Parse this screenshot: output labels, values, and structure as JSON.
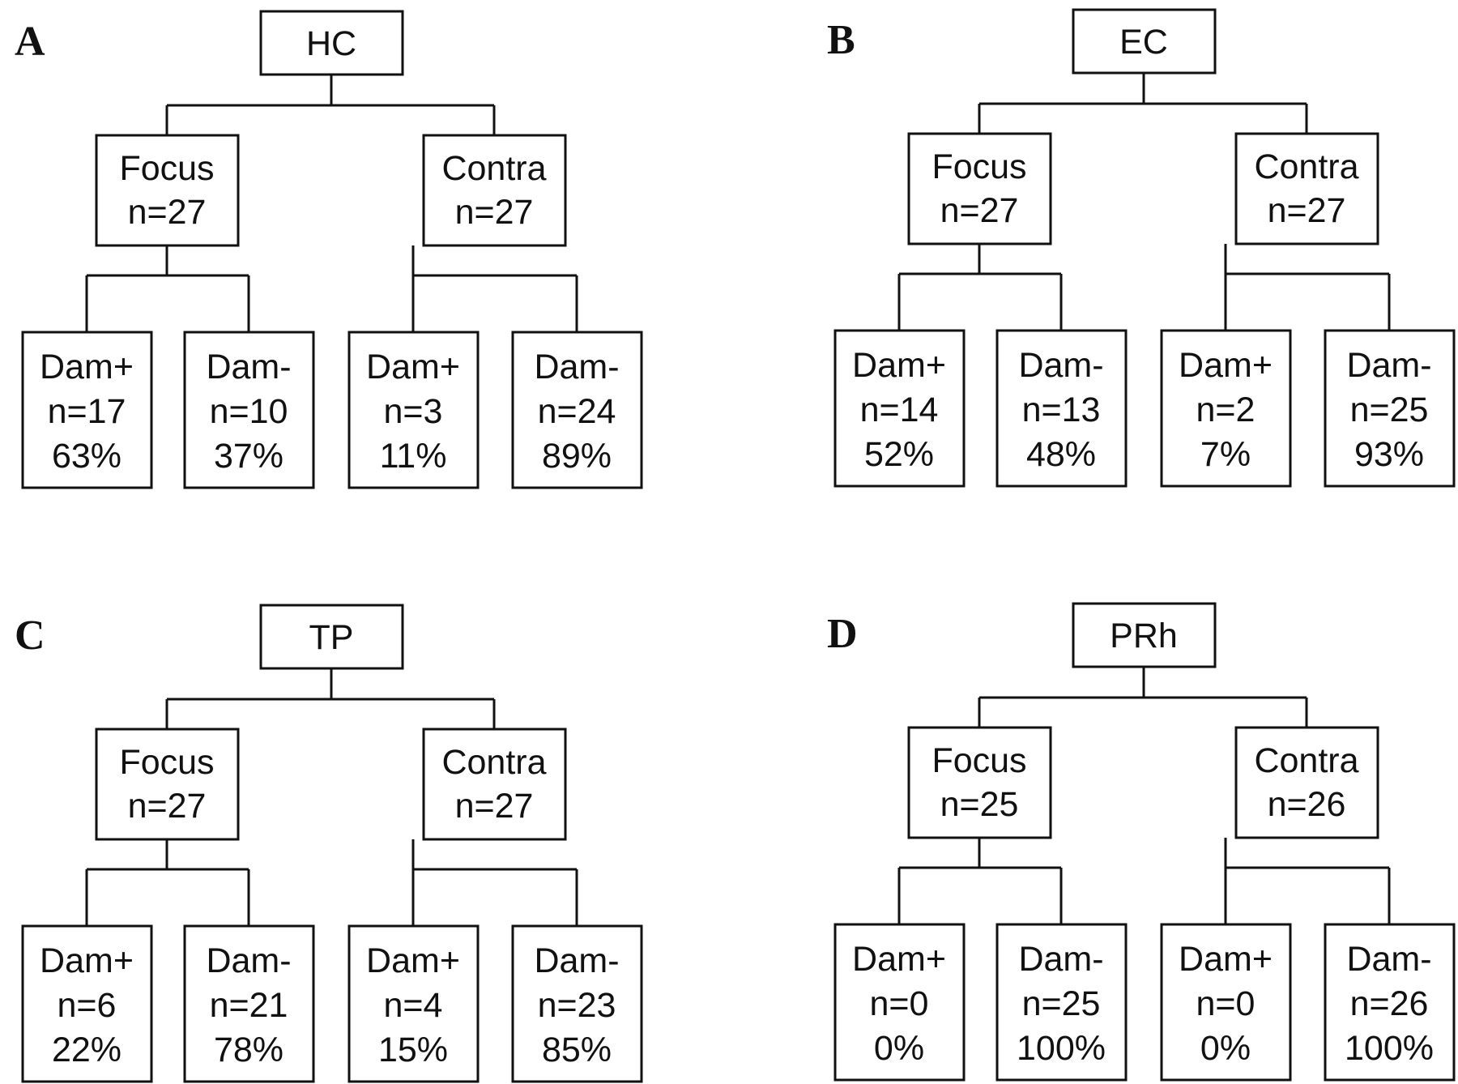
{
  "panels": [
    {
      "letter": "A",
      "root": "HC",
      "branches": [
        {
          "label": "Focus",
          "n": "n=27",
          "leaves": [
            {
              "label": "Dam+",
              "n": "n=17",
              "pct": "63%"
            },
            {
              "label": "Dam-",
              "n": "n=10",
              "pct": "37%"
            }
          ]
        },
        {
          "label": "Contra",
          "n": "n=27",
          "leaves": [
            {
              "label": "Dam+",
              "n": "n=3",
              "pct": "11%"
            },
            {
              "label": "Dam-",
              "n": "n=24",
              "pct": "89%"
            }
          ]
        }
      ]
    },
    {
      "letter": "B",
      "root": "EC",
      "branches": [
        {
          "label": "Focus",
          "n": "n=27",
          "leaves": [
            {
              "label": "Dam+",
              "n": "n=14",
              "pct": "52%"
            },
            {
              "label": "Dam-",
              "n": "n=13",
              "pct": "48%"
            }
          ]
        },
        {
          "label": "Contra",
          "n": "n=27",
          "leaves": [
            {
              "label": "Dam+",
              "n": "n=2",
              "pct": "7%"
            },
            {
              "label": "Dam-",
              "n": "n=25",
              "pct": "93%"
            }
          ]
        }
      ]
    },
    {
      "letter": "C",
      "root": "TP",
      "branches": [
        {
          "label": "Focus",
          "n": "n=27",
          "leaves": [
            {
              "label": "Dam+",
              "n": "n=6",
              "pct": "22%"
            },
            {
              "label": "Dam-",
              "n": "n=21",
              "pct": "78%"
            }
          ]
        },
        {
          "label": "Contra",
          "n": "n=27",
          "leaves": [
            {
              "label": "Dam+",
              "n": "n=4",
              "pct": "15%"
            },
            {
              "label": "Dam-",
              "n": "n=23",
              "pct": "85%"
            }
          ]
        }
      ]
    },
    {
      "letter": "D",
      "root": "PRh",
      "branches": [
        {
          "label": "Focus",
          "n": "n=25",
          "leaves": [
            {
              "label": "Dam+",
              "n": "n=0",
              "pct": "0%"
            },
            {
              "label": "Dam-",
              "n": "n=25",
              "pct": "100%"
            }
          ]
        },
        {
          "label": "Contra",
          "n": "n=26",
          "leaves": [
            {
              "label": "Dam+",
              "n": "n=0",
              "pct": "0%"
            },
            {
              "label": "Dam-",
              "n": "n=26",
              "pct": "100%"
            }
          ]
        }
      ]
    }
  ]
}
